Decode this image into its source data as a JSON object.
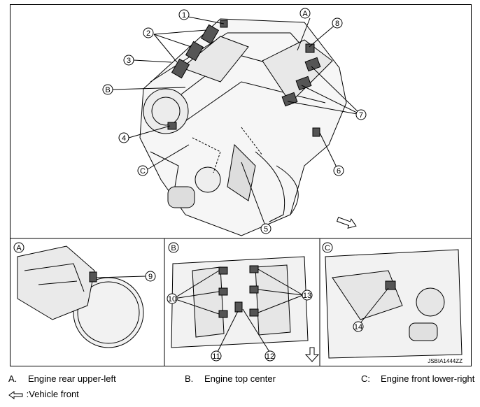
{
  "callouts": {
    "n1": "1",
    "n2": "2",
    "n3": "3",
    "n4": "4",
    "n5": "5",
    "n6": "6",
    "n7": "7",
    "n8": "8",
    "n9": "9",
    "n10": "10",
    "n11": "11",
    "n12": "12",
    "n13": "13",
    "n14": "14"
  },
  "views": {
    "a": "A",
    "b": "B",
    "c": "C"
  },
  "legend": {
    "a_key": "A.",
    "a_text": "Engine rear upper-left",
    "b_key": "B.",
    "b_text": "Engine top center",
    "c_key": "C:",
    "c_text": "Engine front lower-right",
    "vehicle_front_text": ":Vehicle front"
  },
  "figure_ref": "JSBIA1444ZZ"
}
